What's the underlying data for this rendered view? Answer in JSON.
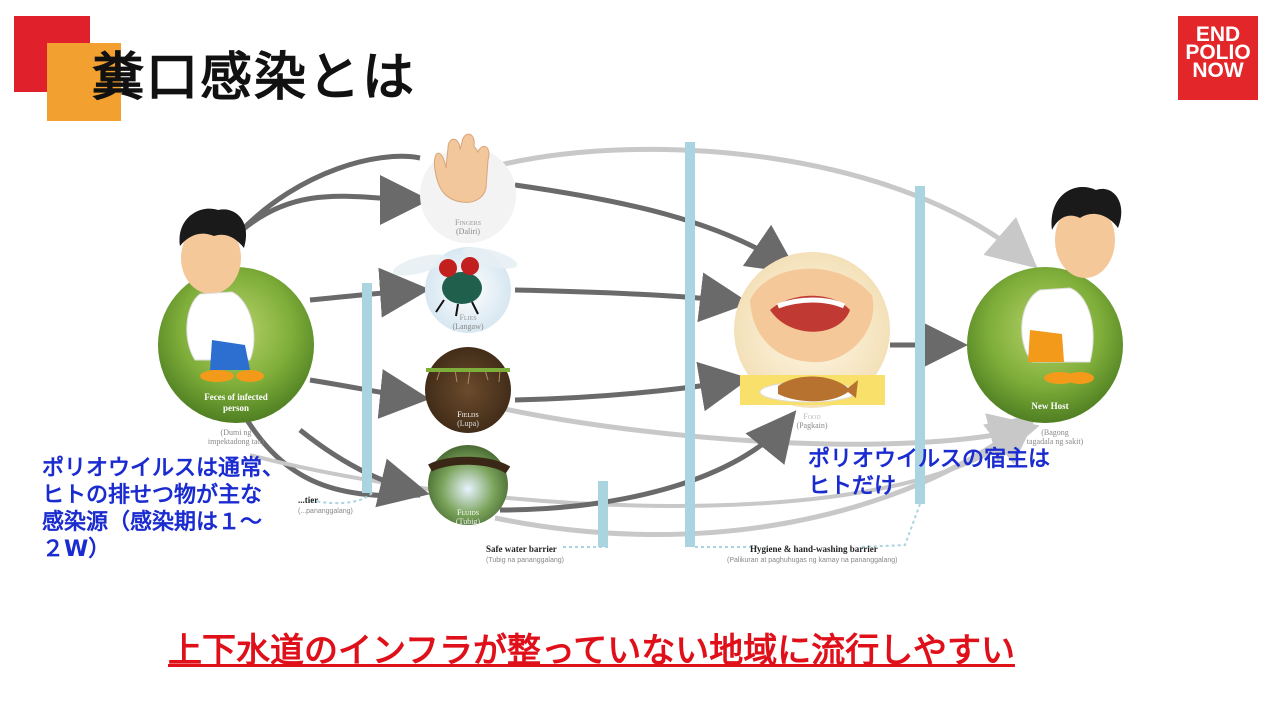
{
  "title": "糞口感染とは",
  "logo": {
    "line1": "END",
    "line2": "POLIO",
    "line3": "NOW"
  },
  "nodes": {
    "source": {
      "label_line1": "Feces of infected",
      "label_line2": "person",
      "sub_line1": "(Dumi ng",
      "sub_line2": "impektadong tao)"
    },
    "fingers": {
      "label": "Fingers",
      "sub": "(Daliri)"
    },
    "flies": {
      "label": "Flies",
      "sub": "(Langaw)"
    },
    "fields": {
      "label": "Fields",
      "sub": "(Lupa)"
    },
    "fluids": {
      "label": "Fluids",
      "sub": "(Tubig)"
    },
    "food": {
      "label": "Food",
      "sub": "(Pagkain)"
    },
    "host": {
      "label": "New Host",
      "sub_line1": "(Bagong",
      "sub_line2": "tagadala ng sakit)"
    }
  },
  "barriers": {
    "safe_water": {
      "label": "Safe water barrier",
      "sub": "(Tubig na panangga­lang)"
    },
    "sanitation": {
      "label": "...tier",
      "sub": "(...panangga­lang)"
    },
    "hygiene": {
      "label": "Hygiene & hand-washing barrier",
      "sub": "(Palikuran at paghuhugas ng kamay na panangga­lang)"
    }
  },
  "callouts": {
    "left": [
      "ポリオウイルスは通常、",
      "ヒトの排せつ物が主な",
      "感染源（感染期は１～",
      "２W）"
    ],
    "right": [
      "ポリオウイルスの宿主は",
      "ヒトだけ"
    ]
  },
  "footer": "上下水道のインフラが整っていない地域に流行しやすい",
  "colors": {
    "accent_red": "#e0202a",
    "accent_orange": "#f2a130",
    "callout_blue": "#1a2bd0",
    "footer_red": "#e0101a",
    "barrier_blue": "#a9d4e0",
    "arrow_dark": "#6a6a6a",
    "arrow_light": "#cccccc"
  }
}
